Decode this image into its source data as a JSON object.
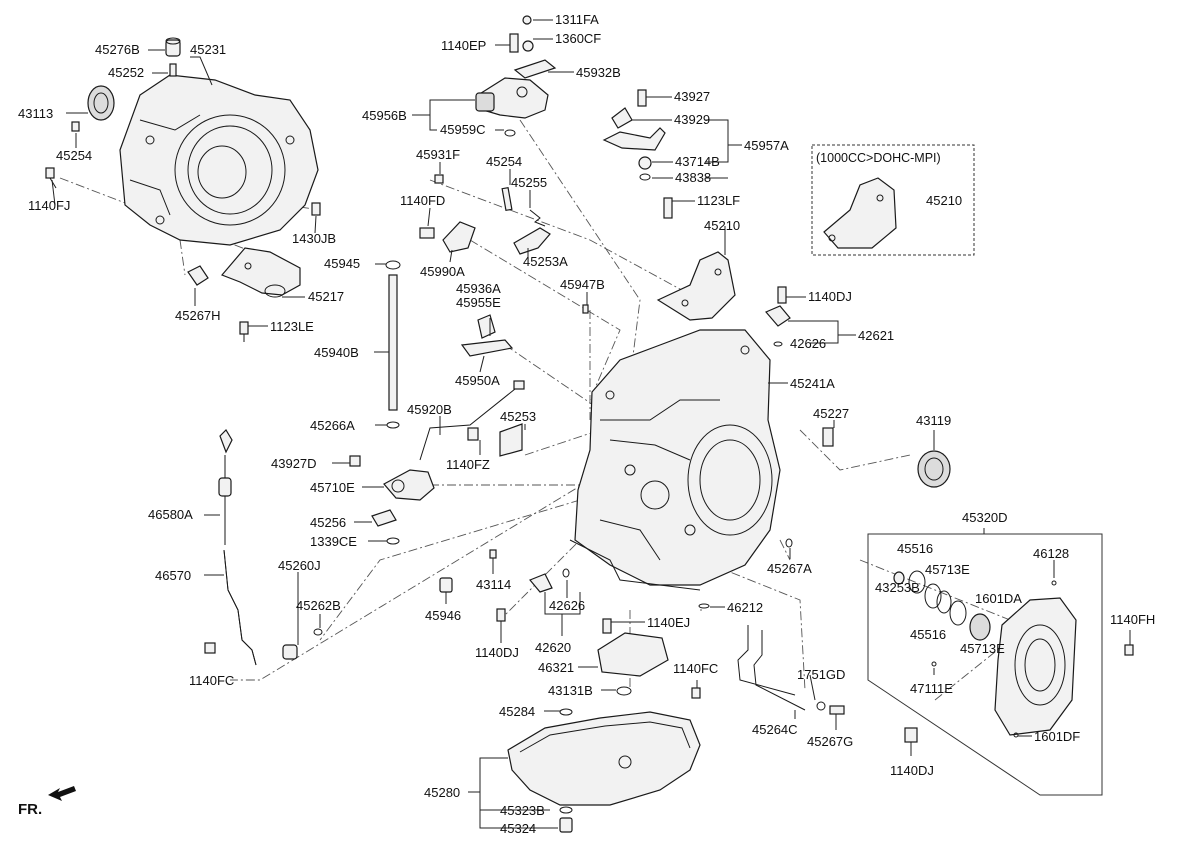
{
  "labels": {
    "l45276b": "45276B",
    "l45231": "45231",
    "l45252": "45252",
    "l43113": "43113",
    "l45254a": "45254",
    "l1140fj": "1140FJ",
    "l1430jb": "1430JB",
    "l45267h": "45267H",
    "l45217": "45217",
    "l1123le": "1123LE",
    "l1311fa": "1311FA",
    "l1140ep": "1140EP",
    "l1360cf": "1360CF",
    "l45932b": "45932B",
    "l45956b": "45956B",
    "l45959c": "45959C",
    "l43927": "43927",
    "l43929": "43929",
    "l45957a": "45957A",
    "l43714b": "43714B",
    "l43838": "43838",
    "l45931f": "45931F",
    "l45254b": "45254",
    "l45255": "45255",
    "l1140fd": "1140FD",
    "l1123lf": "1123LF",
    "l45990a": "45990A",
    "l45253a": "45253A",
    "l45210a": "45210",
    "l45945": "45945",
    "l45947b": "45947B",
    "l1140dj_a": "1140DJ",
    "l45936a": "45936A",
    "l45955e": "45955E",
    "l42621": "42621",
    "l42626_a": "42626",
    "l45940b": "45940B",
    "l45950a": "45950A",
    "l45241a": "45241A",
    "l45920b": "45920B",
    "l45253": "45253",
    "l45227": "45227",
    "l45266a": "45266A",
    "l43119": "43119",
    "l1140fz": "1140FZ",
    "l43927d": "43927D",
    "l45710e": "45710E",
    "l46580a": "46580A",
    "l45256": "45256",
    "l1339ce": "1339CE",
    "l45320d": "45320D",
    "l45516_a": "45516",
    "l46128": "46128",
    "l45713e_a": "45713E",
    "l46570": "46570",
    "l45260j": "45260J",
    "l43114": "43114",
    "l45267a": "45267A",
    "l43253b": "43253B",
    "l1601da": "1601DA",
    "l45262b": "45262B",
    "l42626_b": "42626",
    "l46212": "46212",
    "l1140fh": "1140FH",
    "l45946": "45946",
    "l1140ej": "1140EJ",
    "l45516_b": "45516",
    "l45713e_b": "45713E",
    "l1140dj_b": "1140DJ",
    "l42620": "42620",
    "l46321": "46321",
    "l1140fc_a": "1140FC",
    "l1751gd": "1751GD",
    "l1140fc_b": "1140FC",
    "l43131b": "43131B",
    "l47111e": "47111E",
    "l45284": "45284",
    "l45264c": "45264C",
    "l45267g": "45267G",
    "l1601df": "1601DF",
    "l1140dj_c": "1140DJ",
    "l45280": "45280",
    "l45323b": "45323B",
    "l45324": "45324",
    "fr": "FR."
  },
  "variant_box": {
    "caption": "(1000CC>DOHC-MPI)",
    "part": "45210"
  }
}
